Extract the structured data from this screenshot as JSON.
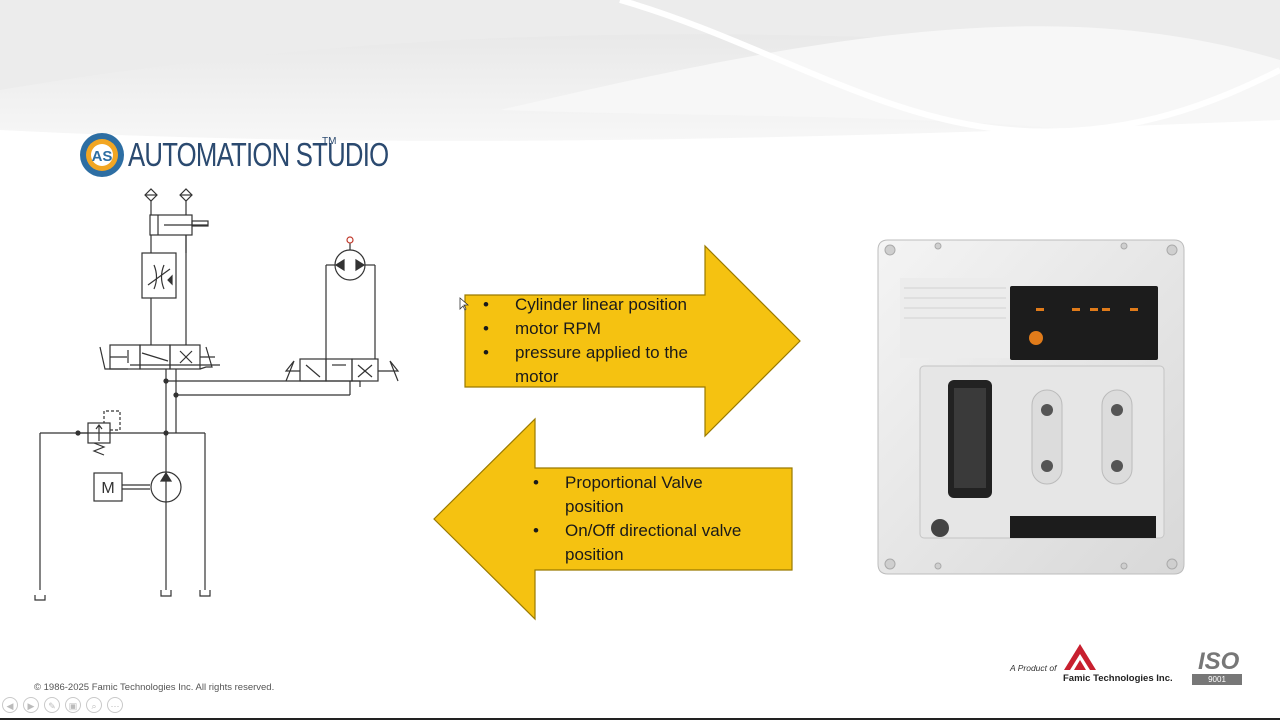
{
  "logo": {
    "title": "AUTOMATION STUDIO",
    "trademark": "TM",
    "monogram": "AS"
  },
  "schematic": {
    "motor_label": "M"
  },
  "arrow_right": {
    "items": [
      "Cylinder linear position",
      "motor RPM",
      "pressure applied to the",
      "motor"
    ],
    "color": "#f5c211"
  },
  "arrow_left": {
    "items": [
      "Proportional Valve",
      "position",
      "On/Off directional valve",
      "position"
    ],
    "color": "#f5c211"
  },
  "footer": {
    "copyright": "© 1986-2025 Famic Technologies Inc. All rights reserved.",
    "a_product_of": "A Product of",
    "company": "Famic Technologies Inc.",
    "iso": "ISO",
    "iso_number": "9001"
  },
  "slideshow_controls": [
    "previous-icon",
    "next-icon",
    "pen-icon",
    "slides-icon",
    "zoom-icon",
    "more-icon"
  ]
}
